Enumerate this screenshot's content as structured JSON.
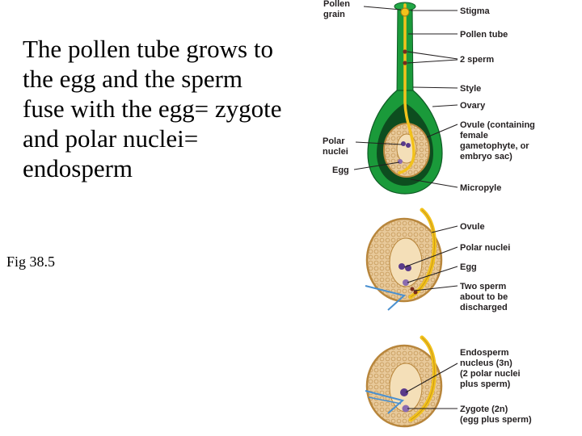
{
  "slide": {
    "body_lines": [
      "The pollen tube grows to",
      "the egg and the sperm",
      "fuse with the egg= zygote",
      "and polar nuclei=",
      "endosperm"
    ],
    "figure_caption": "Fig 38.5"
  },
  "figure": {
    "top_panel": {
      "left_labels": {
        "pollen_grain": [
          "Pollen",
          "grain"
        ],
        "polar_nuclei": [
          "Polar",
          "nuclei"
        ],
        "egg": "Egg"
      },
      "right_labels": {
        "stigma": "Stigma",
        "pollen_tube": "Pollen tube",
        "two_sperm": "2 sperm",
        "style": "Style",
        "ovary": "Ovary",
        "ovule": [
          "Ovule (containing",
          "female",
          "gametophyte, or",
          "embryo sac)"
        ],
        "micropyle": "Micropyle"
      }
    },
    "middle_panel": {
      "labels": {
        "ovule": "Ovule",
        "polar_nuclei": "Polar nuclei",
        "egg": "Egg",
        "two_sperm": [
          "Two sperm",
          "about to be",
          "discharged"
        ]
      }
    },
    "bottom_panel": {
      "labels": {
        "endosperm": [
          "Endosperm",
          "nucleus (3n)",
          "(2 polar nuclei",
          "plus sperm)"
        ],
        "zygote": [
          "Zygote (2n)",
          "(egg plus sperm)"
        ]
      }
    },
    "colors": {
      "ovary_green": "#1a9a3a",
      "ovary_dark": "#0e5a24",
      "pollen_tube_yellow": "#f2c21b",
      "ovule_tan": "#e8c99a",
      "ovule_outline": "#b8863c",
      "nucleus_purple": "#5a3a8a",
      "micropyle_blue": "#4a90d0",
      "label_text": "#231f20"
    }
  }
}
